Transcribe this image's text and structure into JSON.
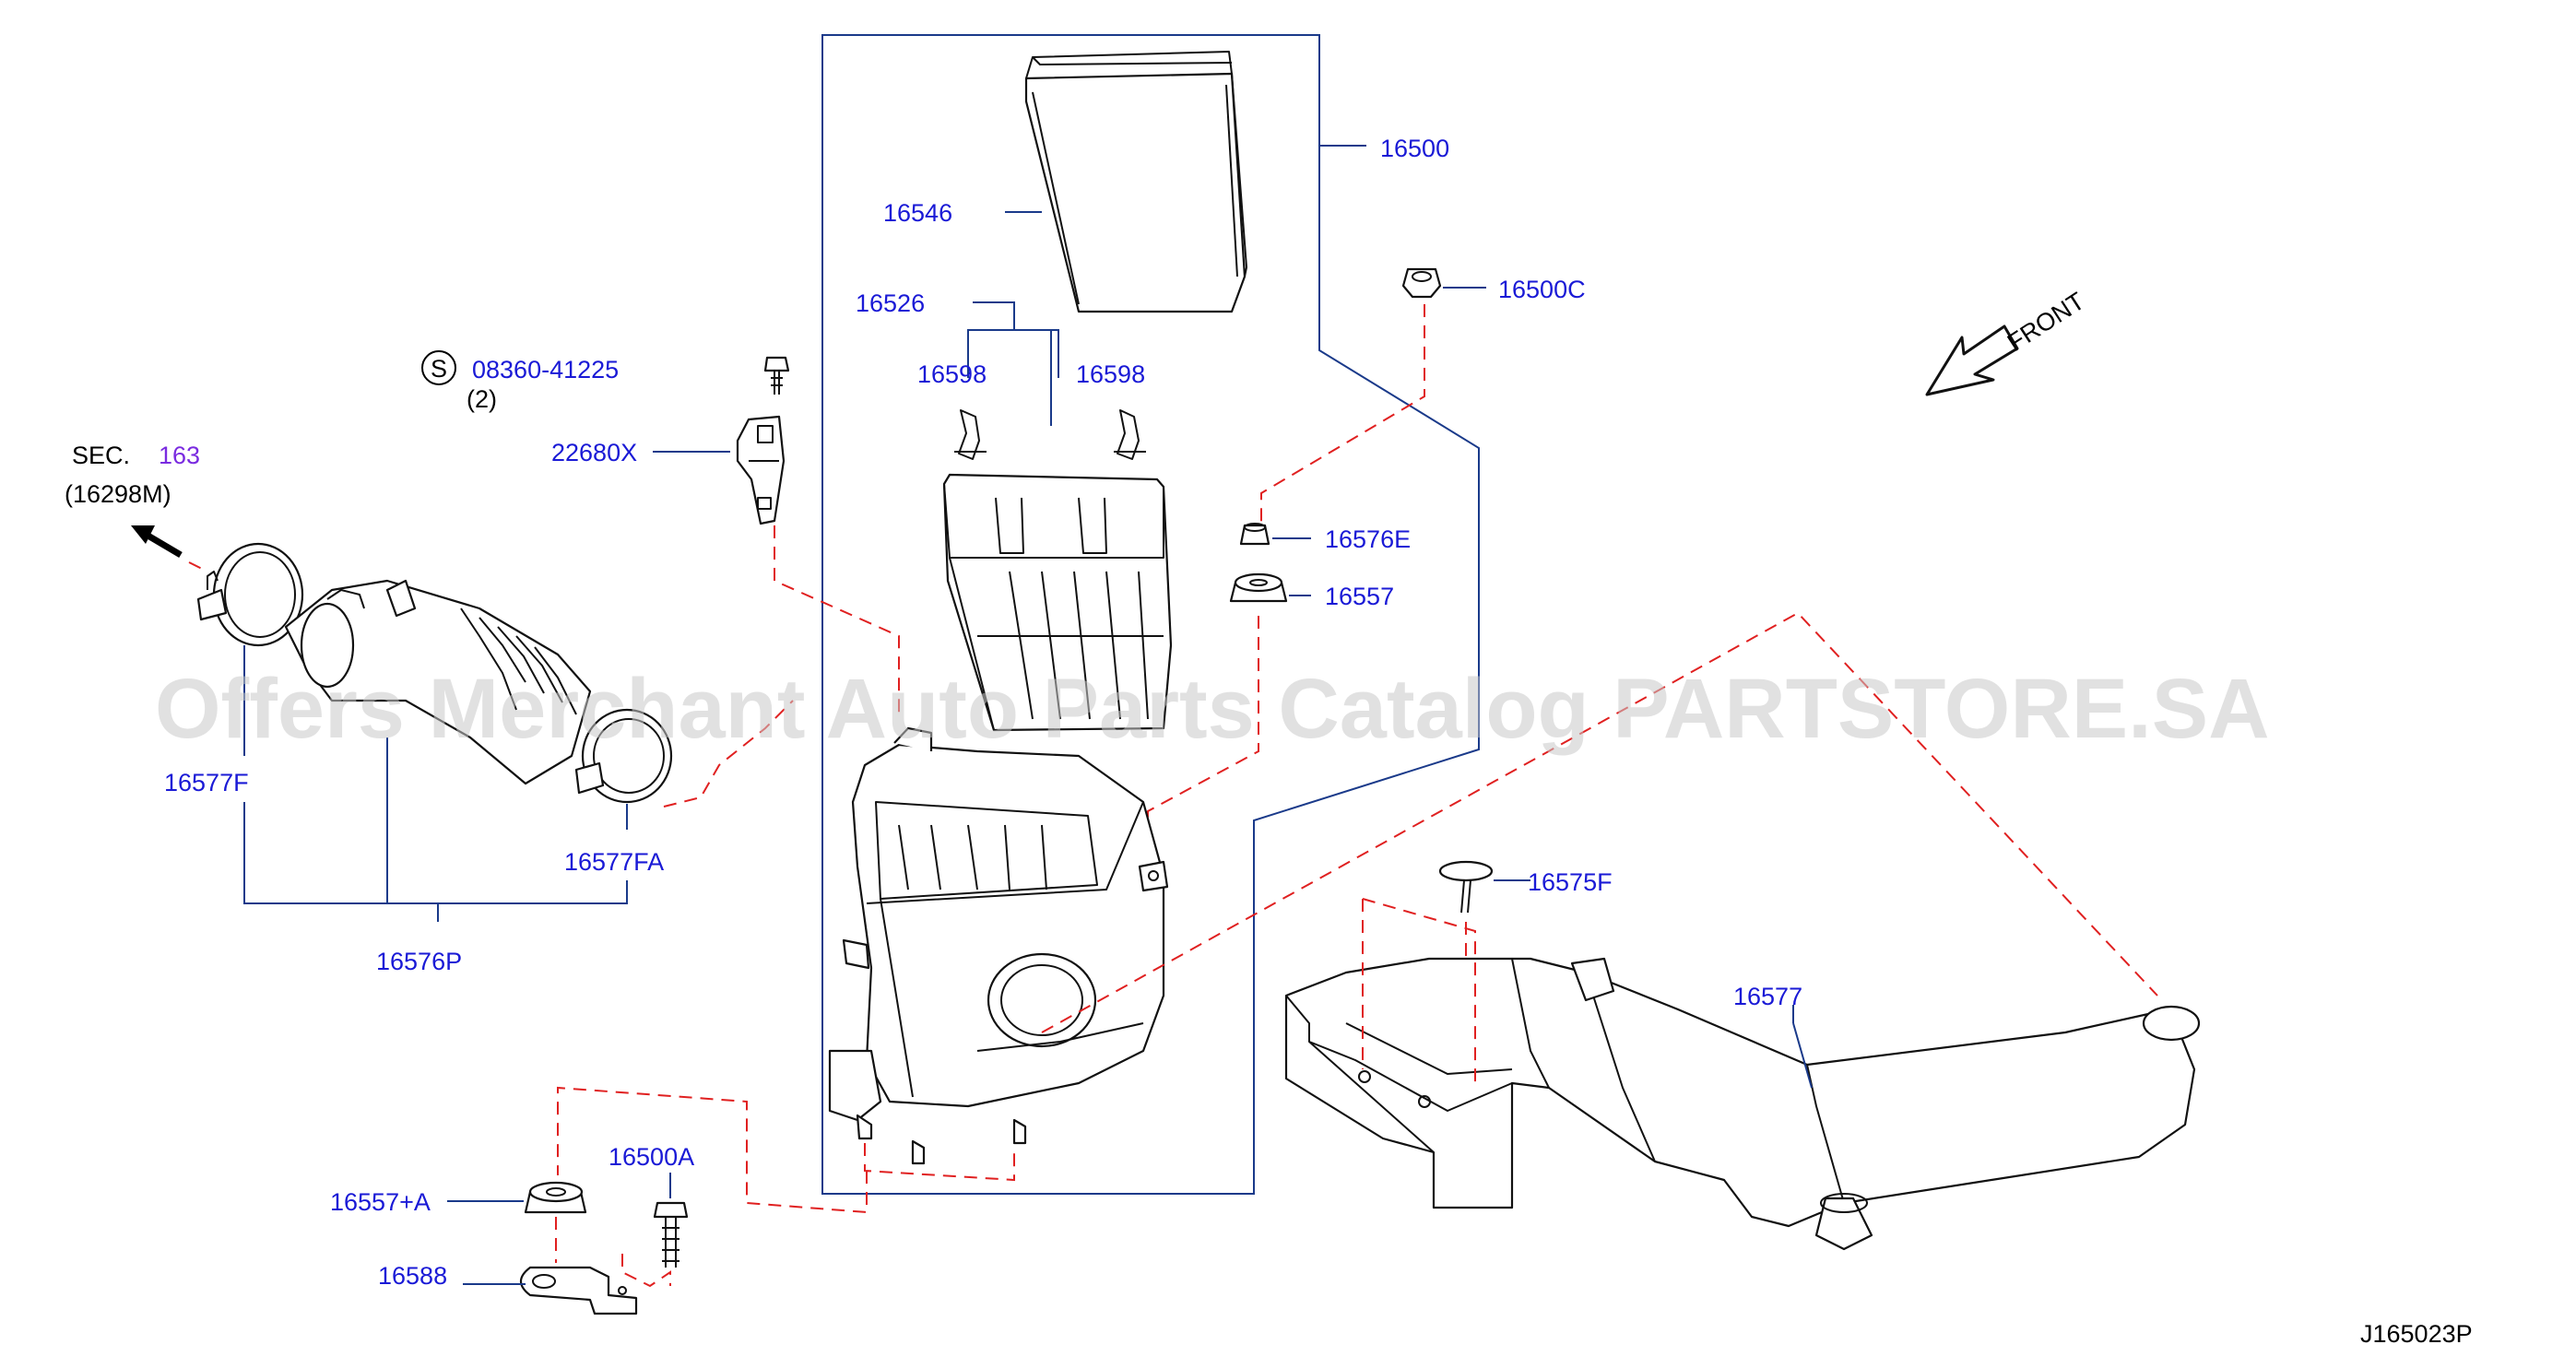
{
  "watermark": "Offers Merchant Auto Parts Catalog PARTSTORE.SA",
  "diagram_id": "J165023P",
  "front_label": "FRONT",
  "sec_ref": {
    "prefix": "SEC.",
    "number": "163",
    "sub": "(16298M)"
  },
  "bolt_symbol": "S",
  "bolt_number": "08360-41225",
  "bolt_qty": "(2)",
  "labels": {
    "p16500": "16500",
    "p16546": "16546",
    "p16500C": "16500C",
    "p16526": "16526",
    "p16598a": "16598",
    "p16598b": "16598",
    "p22680X": "22680X",
    "p16576E": "16576E",
    "p16557": "16557",
    "p16577F": "16577F",
    "p16577FA": "16577FA",
    "p16576P": "16576P",
    "p16575F": "16575F",
    "p16577": "16577",
    "p16557A": "16557+A",
    "p16500A": "16500A",
    "p16588": "16588"
  },
  "colors": {
    "part_number": "#1a1ad6",
    "section_number": "#7a2be0",
    "leader_line": "#1a3a8a",
    "dashed_line": "#e02020",
    "drawing": "#111111"
  }
}
